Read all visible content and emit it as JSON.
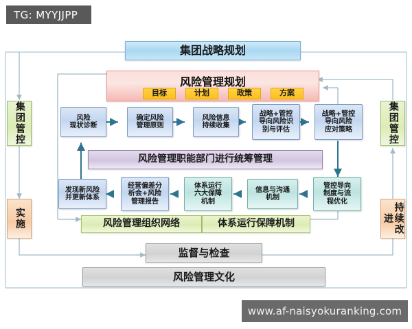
{
  "overlays": {
    "tg_tag": "TG: MYYJJPP",
    "watermark": "www.af-naisyokuranking.com"
  },
  "diagram": {
    "title": "集团战略规划",
    "top_bar": {
      "label": "集团战略规划"
    },
    "planning": {
      "label": "风险管理规划",
      "chips": [
        {
          "label": "目标"
        },
        {
          "label": "计划"
        },
        {
          "label": "政策"
        },
        {
          "label": "方案"
        }
      ]
    },
    "process_row_1": [
      {
        "label": "风险\n现状诊断"
      },
      {
        "label": "确定风险\n管理原则"
      },
      {
        "label": "风险信息\n持续收集"
      },
      {
        "label": "战略+管控\n导向风险识\n别与评估"
      },
      {
        "label": "战略+管控\n导向风险\n应对策略"
      }
    ],
    "coordination_bar": {
      "label": "风险管理职能部门进行统筹管理"
    },
    "process_row_2": [
      {
        "label": "发现新风险\n并更新体系"
      },
      {
        "label": "经营偏差分\n析会+风险\n管理报告"
      },
      {
        "label": "体系运行\n六大保障\n机制"
      },
      {
        "label": "信息与沟通\n机制"
      },
      {
        "label": "管控导向\n制度与流\n程优化"
      }
    ],
    "support_bars": [
      {
        "label": "风险管理组织网络"
      },
      {
        "label": "体系运行保障机制"
      }
    ],
    "supervision_bar": {
      "label": "监督与检查"
    },
    "culture_bar": {
      "label": "风险管理文化"
    },
    "side_left": [
      {
        "label": "集团管控"
      },
      {
        "label": "实施"
      }
    ],
    "side_right": [
      {
        "label": "集团管控"
      },
      {
        "label": "持续改进"
      }
    ]
  },
  "colors": {
    "strategy_blue": "#a9d8f2",
    "planning_pink": "#f6b9b4",
    "chip_yellow": "#fcc016",
    "process_blue": "#c3d6ef",
    "process_teal": "#bde3e0",
    "coordination_purple": "#d2c5e0",
    "support_green": "#dcecb4",
    "gray_bar": "#d2d2d2",
    "side_green": "#dcecb6",
    "side_peach": "#f6cba5",
    "wire": "#3f7f9e",
    "frame": "#b9cfdd"
  }
}
